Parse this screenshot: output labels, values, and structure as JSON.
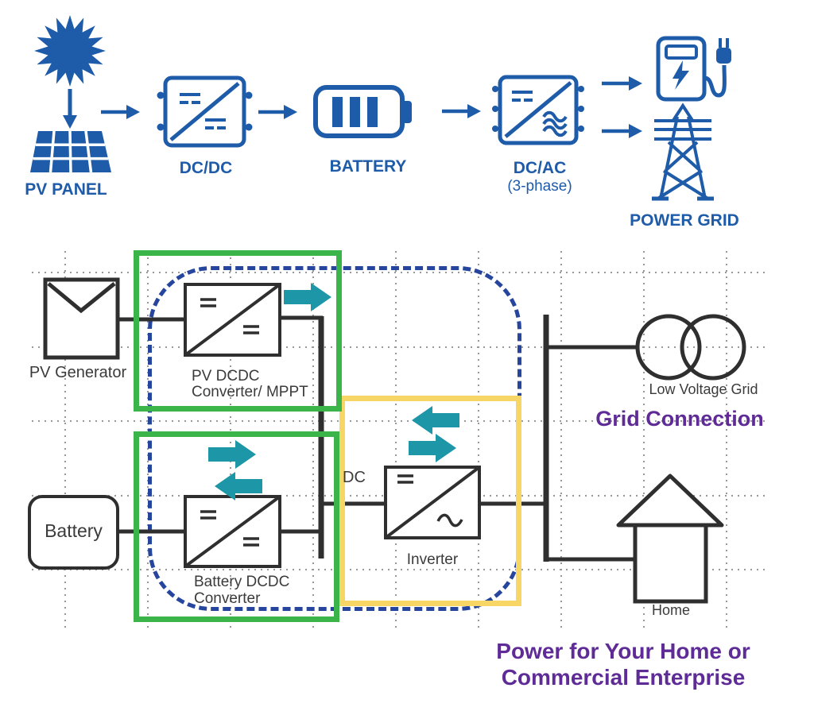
{
  "top_flow": {
    "stages": [
      {
        "id": "pv-panel",
        "label": "PV PANEL"
      },
      {
        "id": "dcdc",
        "label": "DC/DC"
      },
      {
        "id": "battery",
        "label": "BATTERY"
      },
      {
        "id": "dcac",
        "label": "DC/AC",
        "sublabel": "(3-phase)"
      },
      {
        "id": "power-grid",
        "label": "POWER GRID"
      }
    ]
  },
  "schematic": {
    "pv_generator_label": "PV Generator",
    "pv_dcdc_label_line1": "PV DCDC",
    "pv_dcdc_label_line2": "Converter/ MPPT",
    "battery_label": "Battery",
    "battery_dcdc_label_line1": "Battery DCDC",
    "battery_dcdc_label_line2": "Converter",
    "inverter_label": "Inverter",
    "dc_bus_label": "DC",
    "low_voltage_grid_label": "Low Voltage Grid",
    "home_label": "Home",
    "grid_connection_heading": "Grid Connection",
    "tagline_line1": "Power for Your Home or",
    "tagline_line2": "Commercial Enterprise"
  },
  "colors": {
    "icon_blue": "#1e5ba8",
    "teal_arrow": "#1d96a8",
    "green_box": "#3bb54a",
    "yellow_box": "#f8d666",
    "navy_dashed": "#26469e",
    "purple_heading": "#5e2b97",
    "line_black": "#2f2f2f",
    "grid_dot": "#999999"
  }
}
